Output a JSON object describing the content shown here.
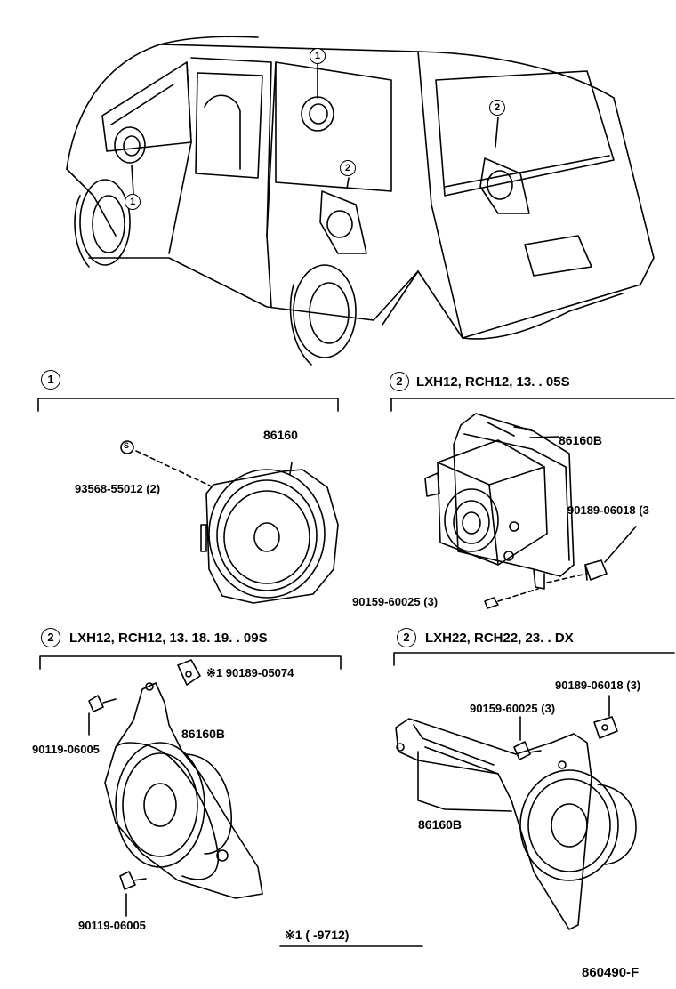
{
  "callouts": {
    "one": "1",
    "two": "2",
    "s": "S"
  },
  "sections": {
    "s1": {
      "marker": "1"
    },
    "s2": {
      "marker": "2",
      "title": "LXH12, RCH12, 13. . 05S"
    },
    "s3": {
      "marker": "2",
      "title": "LXH12, RCH12, 13. 18. 19. . 09S"
    },
    "s4": {
      "marker": "2",
      "title": "LXH22, RCH22, 23. . DX"
    }
  },
  "parts": {
    "p86160": "86160",
    "p86160b_a": "86160B",
    "p86160b_b": "86160B",
    "p86160b_c": "86160B",
    "p93568": "93568-55012 (2)",
    "p90189_a": "90189-06018 (3",
    "p90159_a": "90159-60025 (3)",
    "p90189_05074": "※1 90189-05074",
    "p90119_a": "90119-06005",
    "p90119_b": "90119-06005",
    "p90189_b": "90189-06018 (3)",
    "p90159_b": "90159-60025 (3)"
  },
  "footnote": "※1 (      -9712)",
  "diagram_code": "860490-F",
  "colors": {
    "ink": "#000000",
    "paper": "#ffffff"
  }
}
